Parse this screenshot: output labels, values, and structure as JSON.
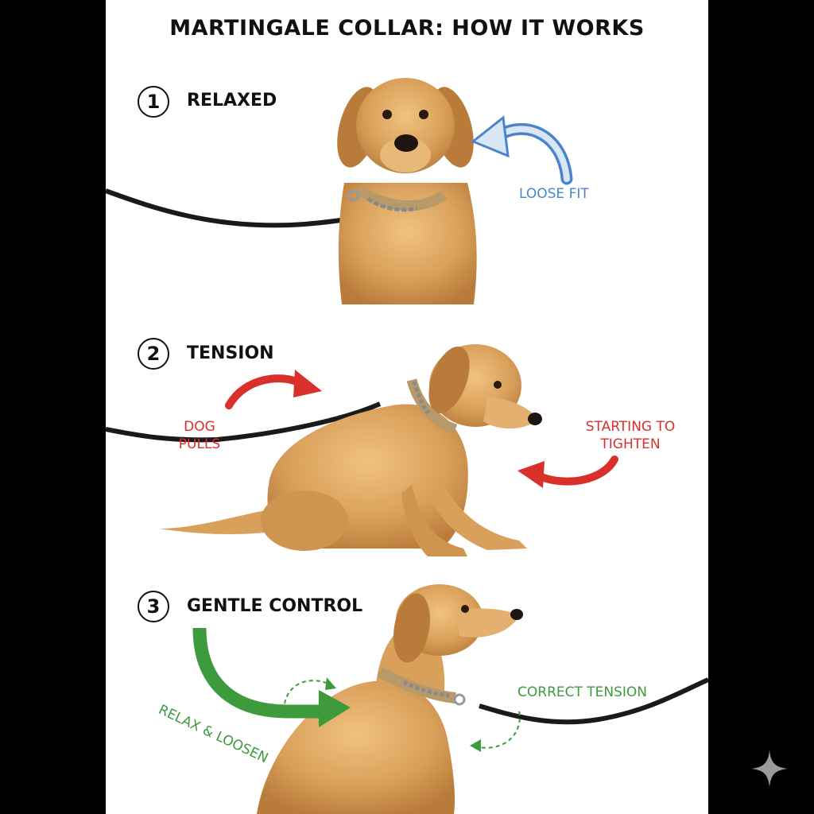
{
  "title": "MARTINGALE COLLAR: HOW IT WORKS",
  "steps": [
    {
      "number": "1",
      "label": "RELAXED",
      "annotations": [
        "LOOSE FIT"
      ]
    },
    {
      "number": "2",
      "label": "TENSION",
      "annotations": [
        "DOG PULLS",
        "STARTING TO TIGHTEN"
      ]
    },
    {
      "number": "3",
      "label": "GENTLE CONTROL",
      "annotations": [
        "RELAX & LOOSEN",
        "CORRECT TENSION"
      ]
    }
  ],
  "colors": {
    "blue_arrow": "#4a86c7",
    "red_arrow": "#d9302c",
    "green_arrow": "#3d9a3d",
    "dog_fur": "#d9a05b",
    "leash": "#1a1a1a"
  },
  "icons": [
    "sparkle-icon"
  ]
}
